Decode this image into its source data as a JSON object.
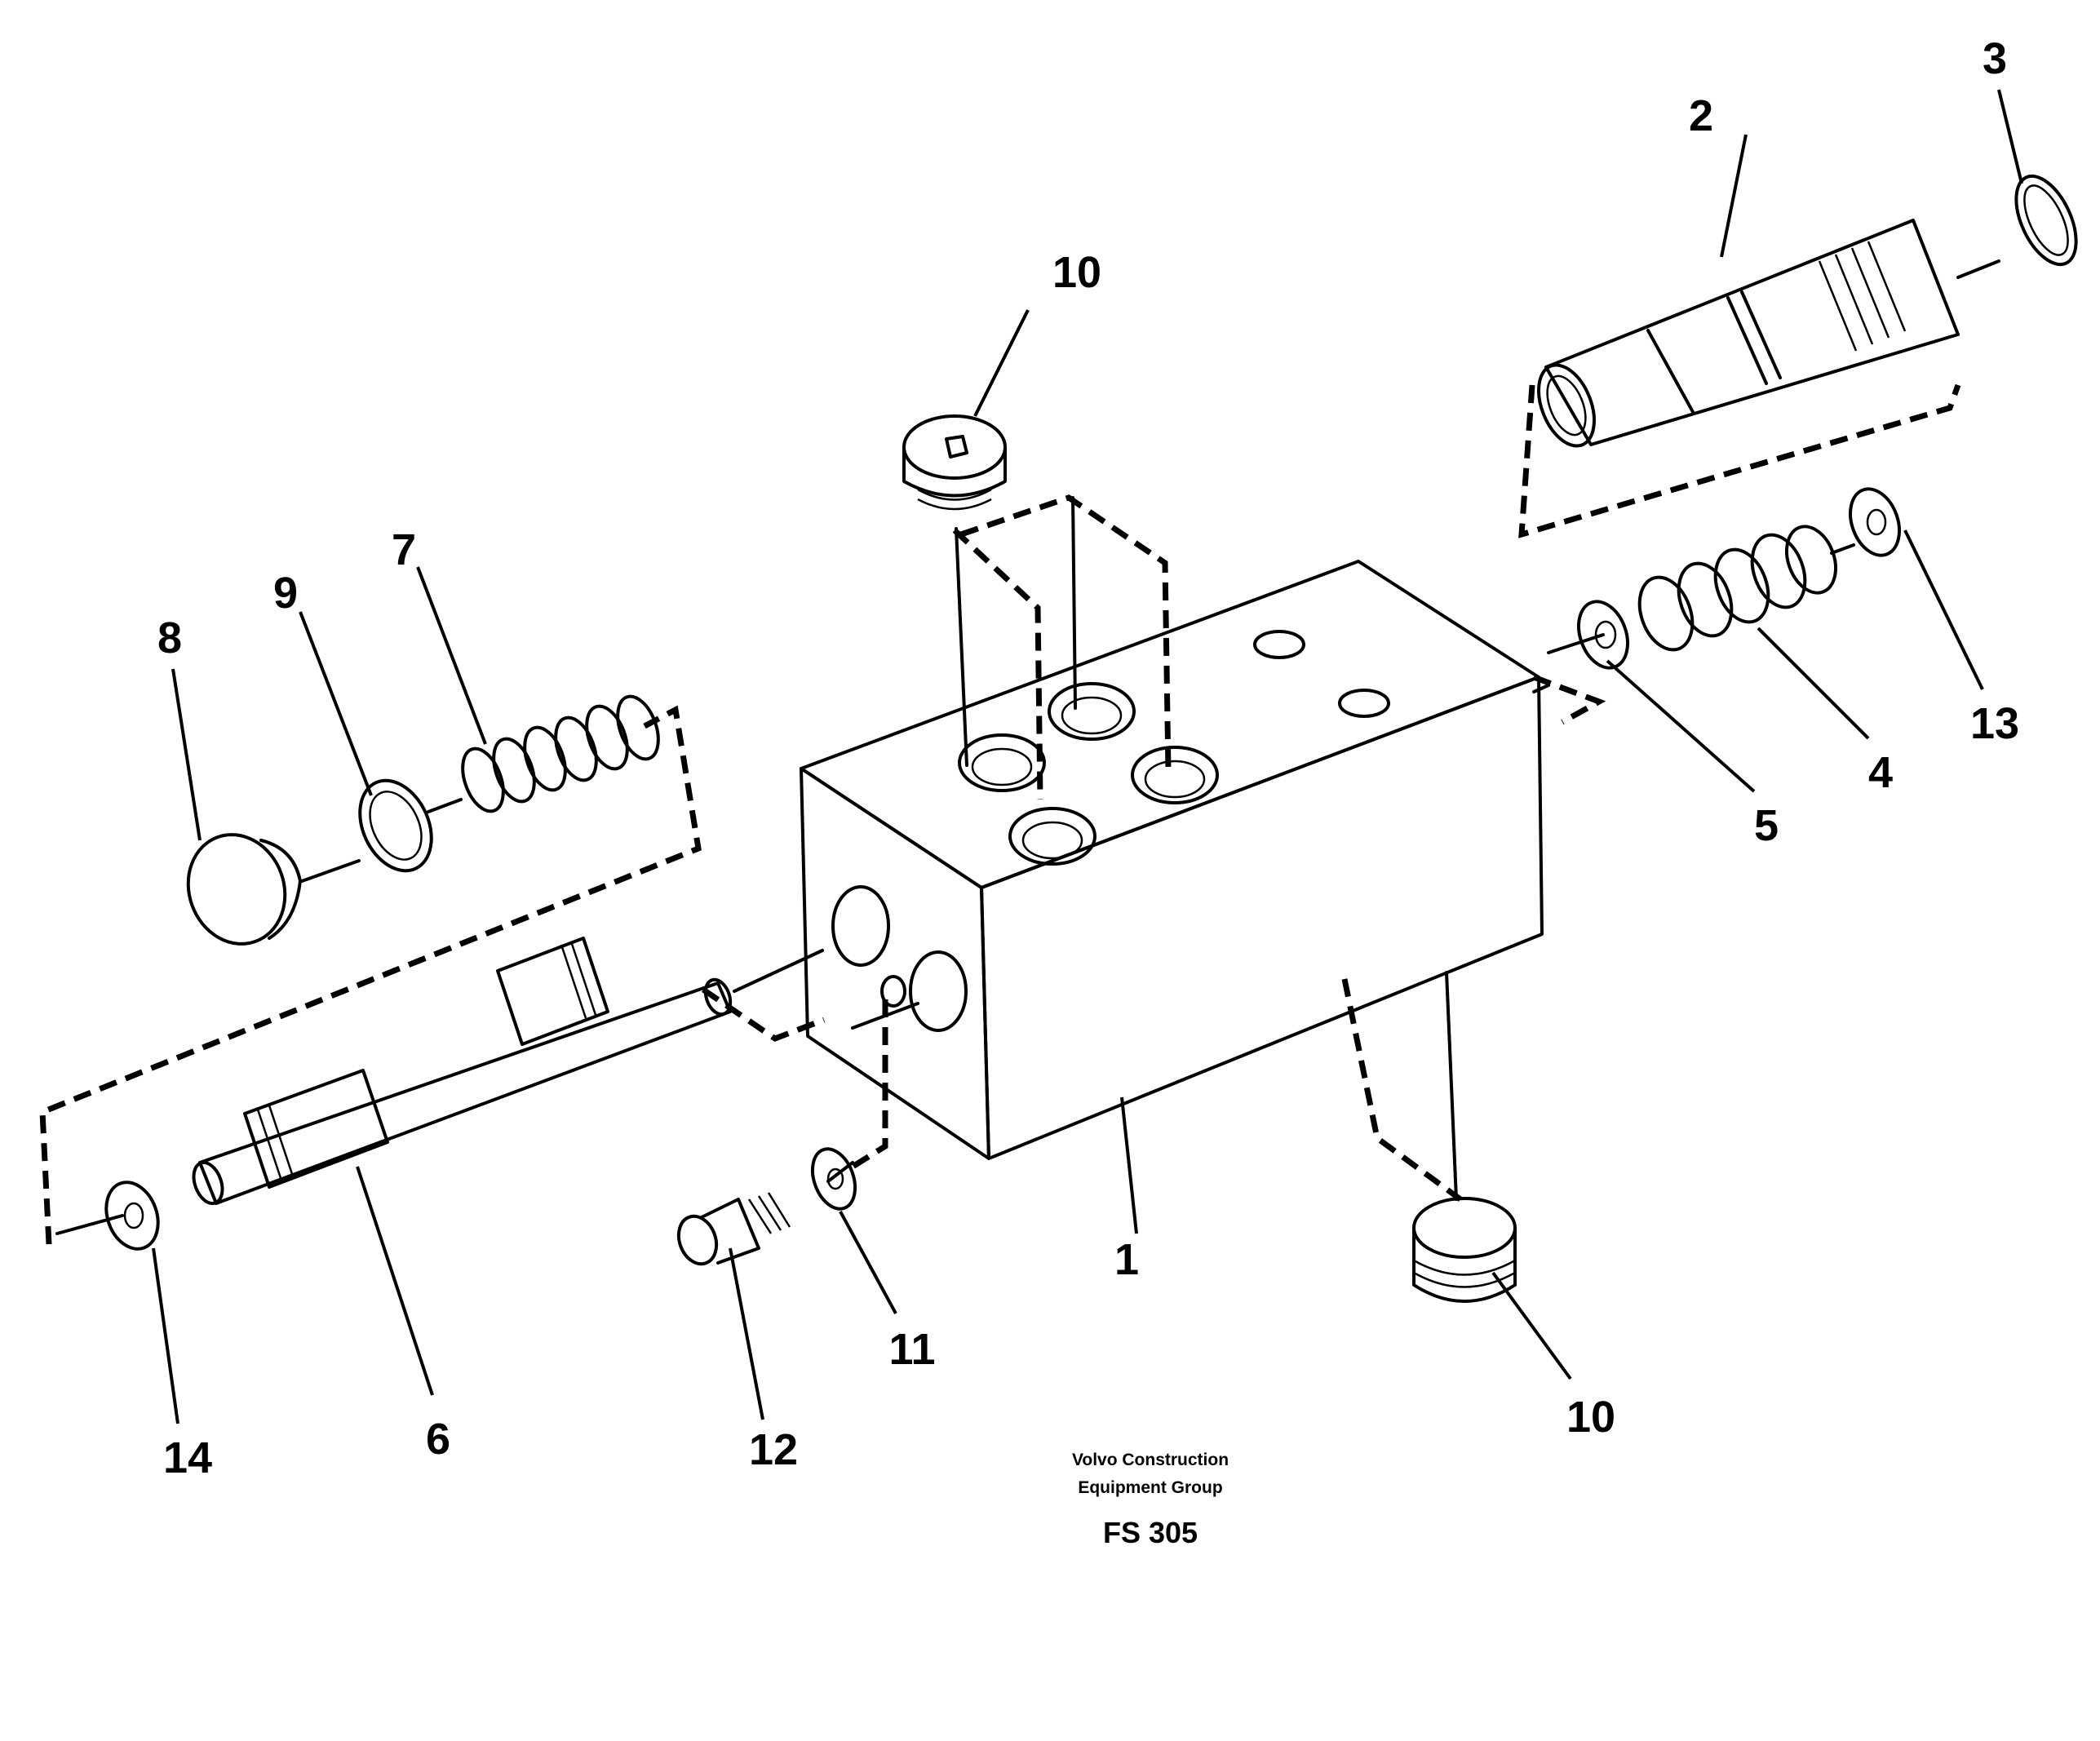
{
  "callouts": {
    "c1": "1",
    "c2": "2",
    "c3": "3",
    "c4": "4",
    "c5": "5",
    "c6": "6",
    "c7": "7",
    "c8": "8",
    "c9": "9",
    "c10a": "10",
    "c10b": "10",
    "c11": "11",
    "c12": "12",
    "c13": "13",
    "c14": "14"
  },
  "caption": {
    "company_line1": "Volvo Construction",
    "company_line2": "Equipment Group",
    "figure_code": "FS 305"
  }
}
